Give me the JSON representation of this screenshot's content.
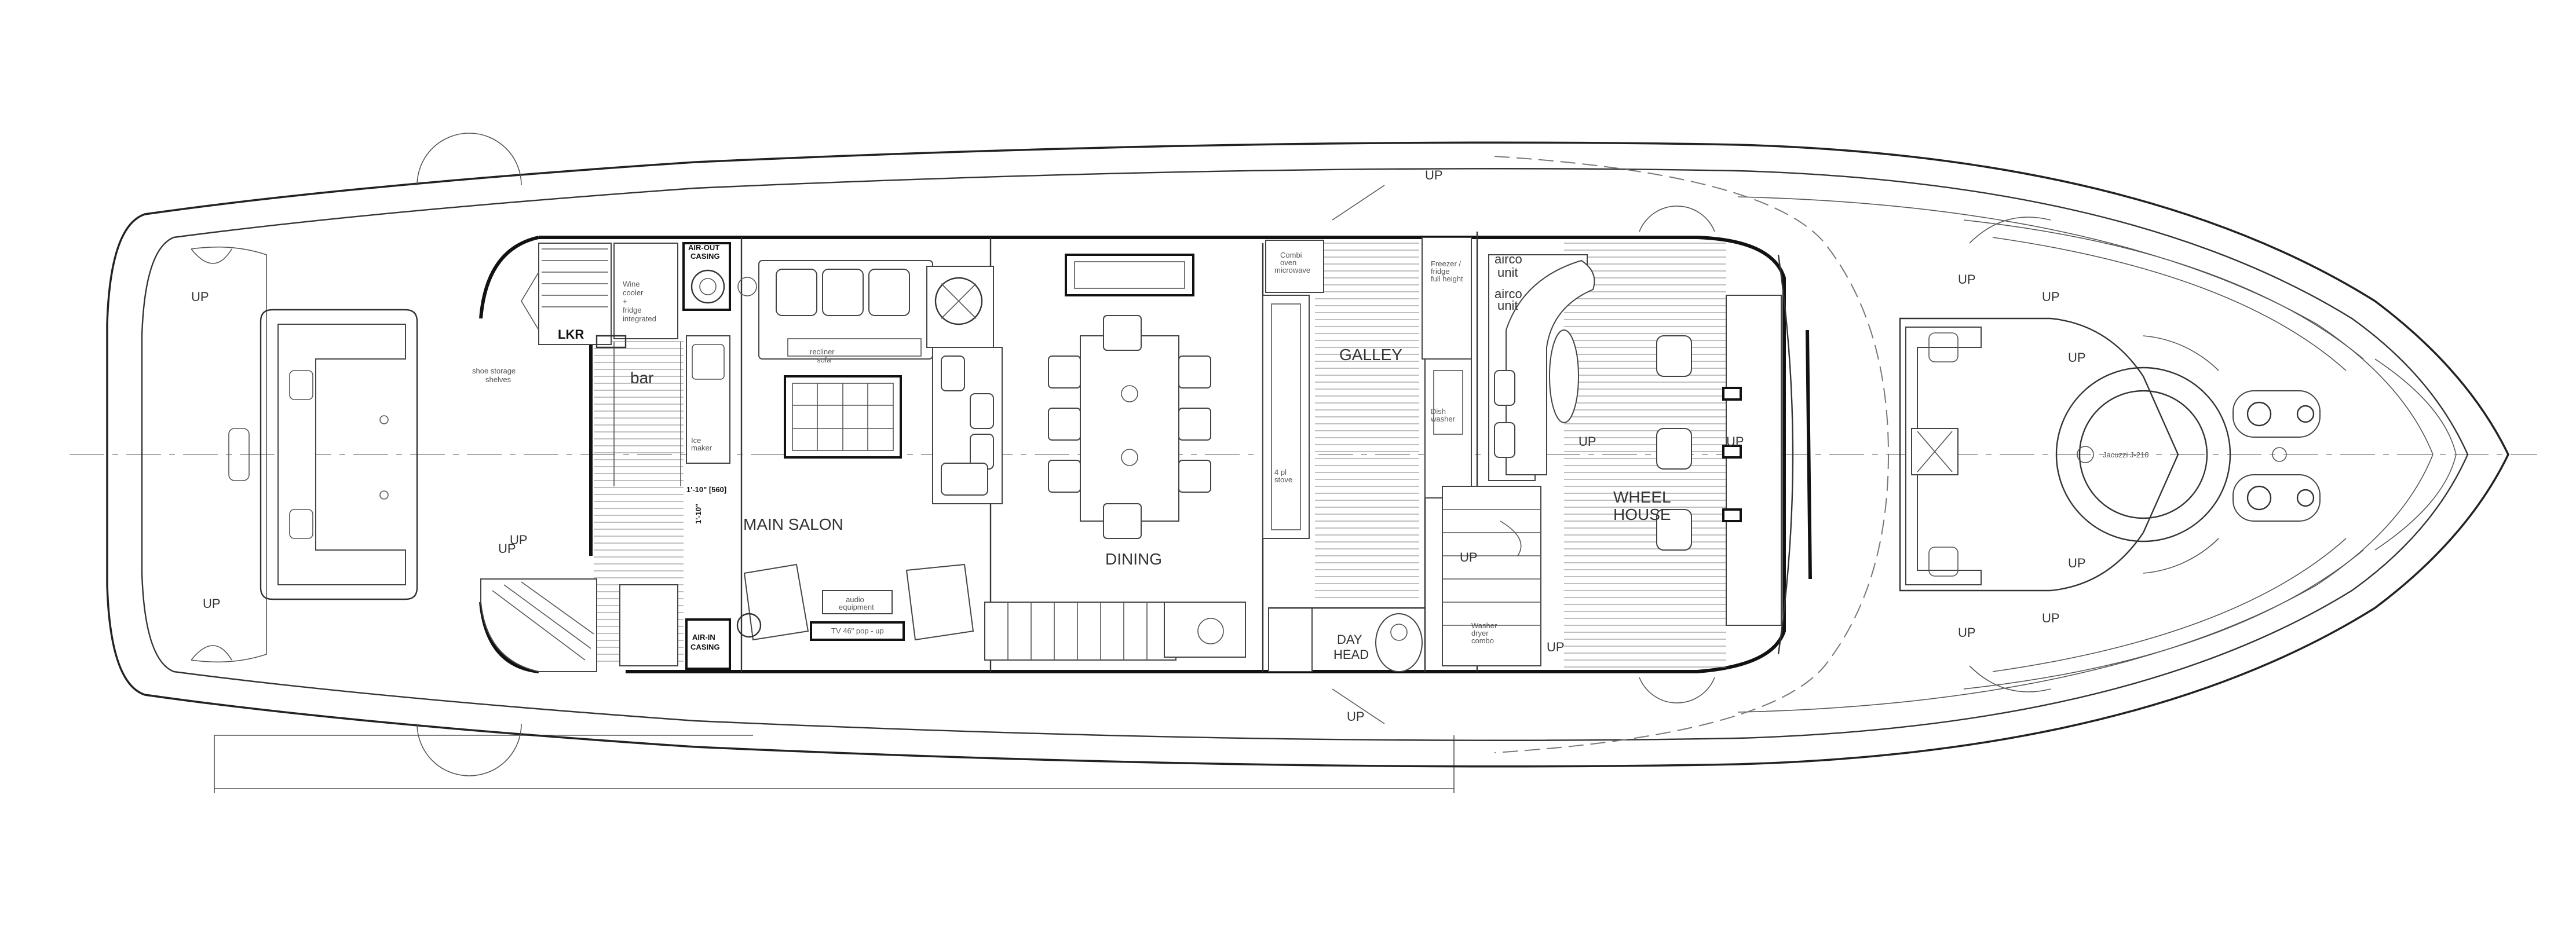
{
  "labels": {
    "main_salon": "MAIN SALON",
    "dining": "DINING",
    "galley": "GALLEY",
    "wheel_house_1": "WHEEL",
    "wheel_house_2": "HOUSE",
    "day_head_1": "DAY",
    "day_head_2": "HEAD",
    "bar": "bar",
    "lkr": "LKR",
    "air_out_1": "AIR-OUT",
    "air_out_2": "CASING",
    "air_in_1": "AIR-IN",
    "air_in_2": "CASING",
    "airco_1": "airco",
    "airco_2": "unit",
    "airco_3": "airco",
    "airco_4": "unit",
    "shoe_storage_1": "shoe storage",
    "shoe_storage_2": "shelves",
    "jacuzzi": "Jacuzzi J-210",
    "dim_1": "1'-10\" [560]",
    "dim_2": "1'-10\"",
    "wine_cooler_1": "Wine",
    "wine_cooler_2": "cooler",
    "wine_cooler_3": "+",
    "wine_cooler_4": "fridge",
    "wine_cooler_5": "integrated",
    "recliner_1": "recliner",
    "recliner_2": "sofa",
    "ice_maker_1": "Ice",
    "ice_maker_2": "maker",
    "audio_1": "audio",
    "audio_2": "equipment",
    "tv": "TV 46\" pop - up",
    "combi_oven_1": "Combi",
    "combi_oven_2": "oven",
    "combi_oven_3": "microwave",
    "freezer_1": "Freezer /",
    "freezer_2": "fridge",
    "freezer_3": "full height",
    "dish_1": "Dish",
    "dish_2": "washer",
    "stove_1": "4 pl",
    "stove_2": "stove",
    "washer_1": "Washer",
    "washer_2": "dryer",
    "washer_3": "combo",
    "up_labels": [
      "UP",
      "UP",
      "UP",
      "UP",
      "UP",
      "UP",
      "UP",
      "UP",
      "UP",
      "UP",
      "UP",
      "UP",
      "UP",
      "UP",
      "UP",
      "UP"
    ]
  },
  "colors": {
    "line": "#222222",
    "background": "#ffffff"
  }
}
